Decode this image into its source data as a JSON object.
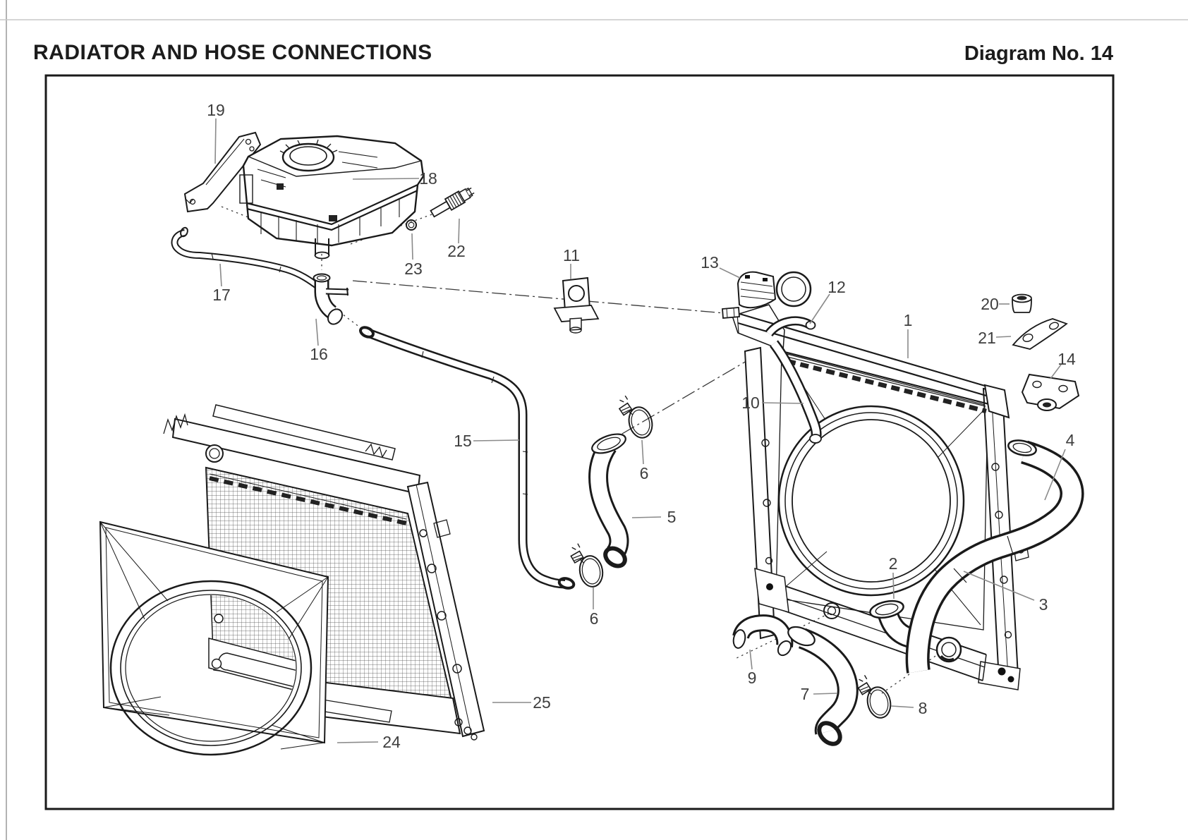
{
  "page": {
    "title": "RADIATOR AND HOSE CONNECTIONS",
    "diagram_label": "Diagram No. 14"
  },
  "callouts": {
    "1": "1",
    "2": "2",
    "3": "3",
    "4": "4",
    "5": "5",
    "6a": "6",
    "6b": "6",
    "7": "7",
    "8": "8",
    "9": "9",
    "10": "10",
    "11": "11",
    "12": "12",
    "13": "13",
    "14": "14",
    "15": "15",
    "16": "16",
    "17": "17",
    "18": "18",
    "19": "19",
    "20": "20",
    "21": "21",
    "22": "22",
    "23": "23",
    "24": "24",
    "25": "25"
  }
}
